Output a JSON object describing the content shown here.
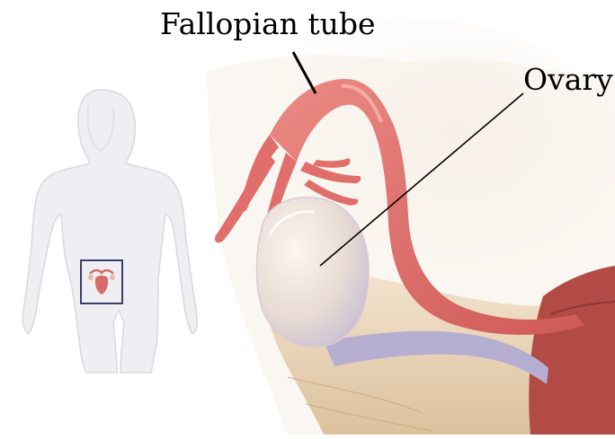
{
  "labels": {
    "fallopian_tube": "Fallopian tube",
    "ovary": "Ovary"
  },
  "colors": {
    "background": "#ffffff",
    "body_silhouette": "#eeeef3",
    "body_outline": "#d8d8df",
    "inset_box": "#3b3f6e",
    "tube_main": "#e06f6c",
    "tube_highlight": "#f2a29c",
    "ovary_fill": "#ece3dc",
    "ligament": "#b6aed0",
    "tissue": "#ead3b6",
    "uterus_wall": "#b24b45",
    "leader_line": "#000000"
  },
  "icons": {
    "figure": "female-body-silhouette",
    "inset": "pelvic-region-box"
  }
}
